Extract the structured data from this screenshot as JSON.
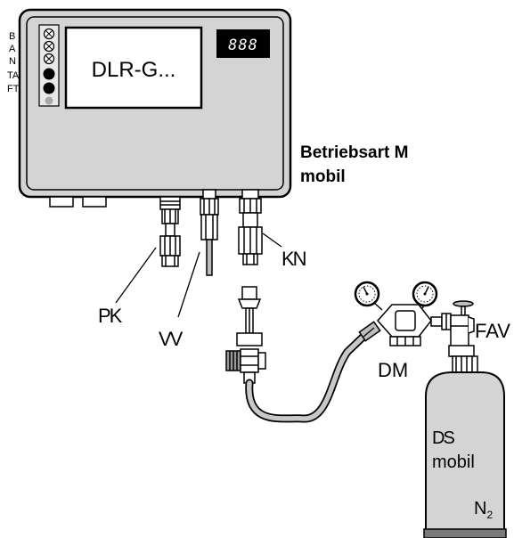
{
  "device": {
    "display_text": "DLR-G...",
    "digit_readout": "888",
    "side_labels": [
      "B",
      "A",
      "N",
      "TA",
      "FT"
    ]
  },
  "mode": {
    "line1": "Betriebsart M",
    "line2": "mobil"
  },
  "labels": {
    "pk": "PK",
    "vv": "VV",
    "kn": "KN",
    "dm": "DM",
    "fav": "FAV"
  },
  "cylinder": {
    "line1": "DS",
    "line2": "mobil",
    "gas": "N",
    "gas_subscript": "2"
  },
  "colors": {
    "housing": "#d4d4d4",
    "cylinder": "#d4d4d4",
    "cylinder_foot": "#7a7a7a",
    "display": "#ffffff",
    "digit_panel": "#000000",
    "digit_text": "#ffffff",
    "line": "#000000"
  }
}
